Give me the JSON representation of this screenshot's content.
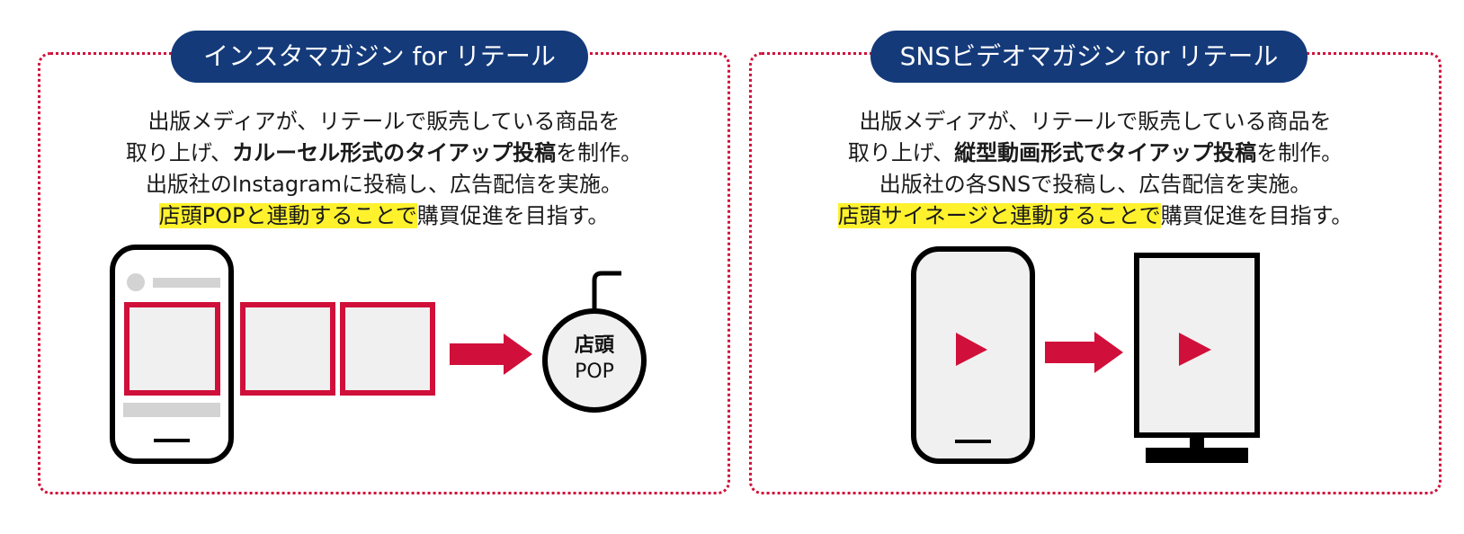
{
  "left": {
    "title": "インスタマガジン for リテール",
    "line1": "出版メディアが、リテールで販売している商品を",
    "line2_pre": "取り上げ、",
    "line2_bold": "カルーセル形式のタイアップ投稿",
    "line2_post": "を制作。",
    "line3": "出版社のInstagramに投稿し、広告配信を実施。",
    "line4_highlight": "店頭POPと連動することで",
    "line4_post": "購買促進を目指す。",
    "pop_line1": "店頭",
    "pop_line2": "POP"
  },
  "right": {
    "title": "SNSビデオマガジン for リテール",
    "line1": "出版メディアが、リテールで販売している商品を",
    "line2_pre": "取り上げ、",
    "line2_bold": "縦型動画形式でタイアップ投稿",
    "line2_post": "を制作。",
    "line3": "出版社の各SNSで投稿し、広告配信を実施。",
    "line4_highlight": "店頭サイネージと連動することで",
    "line4_post": "購買促進を目指す。"
  },
  "colors": {
    "navy": "#143a7a",
    "red": "#d0103a",
    "highlight": "#fff22d",
    "phone_fill": "#f0f0f0",
    "placeholder_gray": "#d3d3d3"
  },
  "icons": [
    "phone-icon",
    "carousel-card-icon",
    "arrow-right-icon",
    "pop-tag-icon",
    "play-icon",
    "signage-display-icon"
  ]
}
